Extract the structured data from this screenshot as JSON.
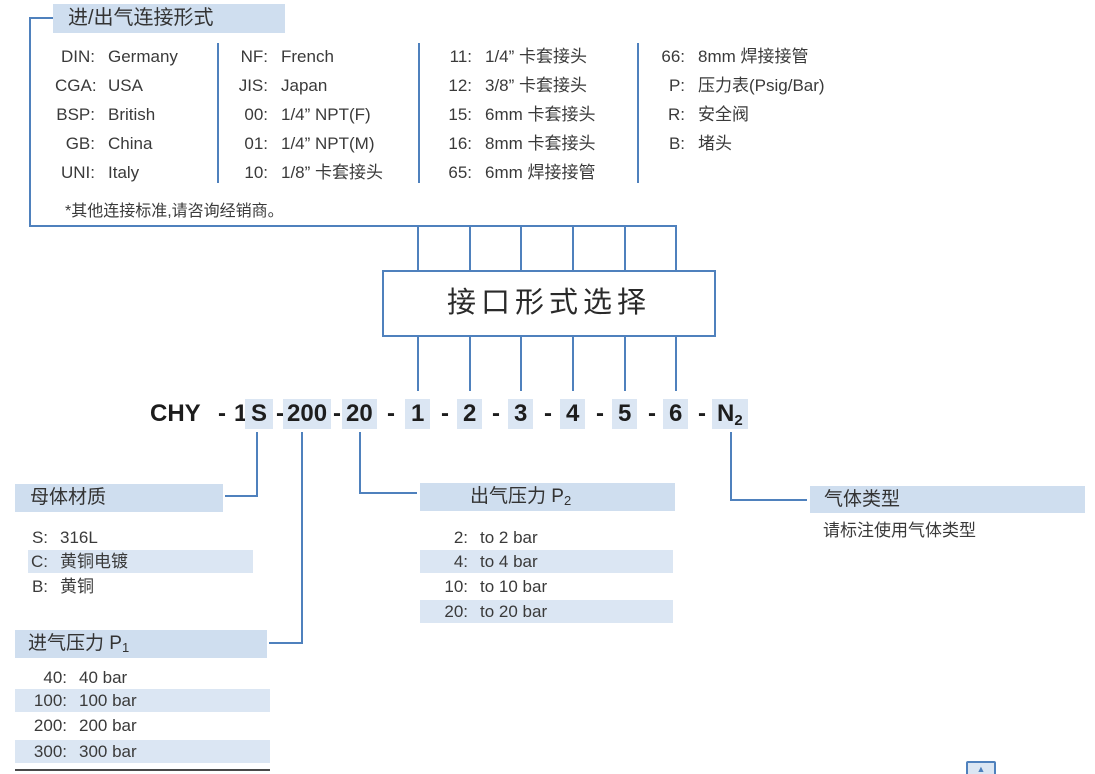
{
  "colors": {
    "line": "#4f81bd",
    "highlight": "#dbe6f3",
    "header_bg": "#cfdeef",
    "text": "#3a3a3a",
    "code_text": "#1d1d1d"
  },
  "connection": {
    "title": "进/出气连接形式",
    "note": "*其他连接标准,请咨询经销商。",
    "columns": [
      {
        "items": [
          {
            "code": "DIN:",
            "label": "Germany"
          },
          {
            "code": "CGA:",
            "label": "USA"
          },
          {
            "code": "BSP:",
            "label": "British"
          },
          {
            "code": "GB:",
            "label": "China"
          },
          {
            "code": "UNI:",
            "label": "Italy"
          }
        ]
      },
      {
        "items": [
          {
            "code": "NF:",
            "label": "French"
          },
          {
            "code": "JIS:",
            "label": "Japan"
          },
          {
            "code": "00:",
            "label": "1/4”  NPT(F)"
          },
          {
            "code": "01:",
            "label": "1/4”  NPT(M)"
          },
          {
            "code": "10:",
            "label": "1/8”  卡套接头"
          }
        ]
      },
      {
        "items": [
          {
            "code": "11:",
            "label": "1/4”  卡套接头"
          },
          {
            "code": "12:",
            "label": "3/8”  卡套接头"
          },
          {
            "code": "15:",
            "label": "6mm 卡套接头"
          },
          {
            "code": "16:",
            "label": "8mm 卡套接头"
          },
          {
            "code": "65:",
            "label": "6mm 焊接接管"
          }
        ]
      },
      {
        "items": [
          {
            "code": "66:",
            "label": "8mm 焊接接管"
          },
          {
            "code": "P:",
            "label": "压力表(Psig/Bar)"
          },
          {
            "code": "R:",
            "label": "安全阀"
          },
          {
            "code": "B:",
            "label": "堵头"
          }
        ]
      }
    ]
  },
  "selector": {
    "label": "接口形式选择"
  },
  "code": {
    "segments": [
      {
        "t": "CHY"
      },
      {
        "t": "-"
      },
      {
        "t": "1"
      },
      {
        "t": "S"
      },
      {
        "t": "-"
      },
      {
        "t": "200"
      },
      {
        "t": "-"
      },
      {
        "t": "20"
      },
      {
        "t": "-"
      },
      {
        "t": "1"
      },
      {
        "t": "-"
      },
      {
        "t": "2"
      },
      {
        "t": "-"
      },
      {
        "t": "3"
      },
      {
        "t": "-"
      },
      {
        "t": "4"
      },
      {
        "t": "-"
      },
      {
        "t": "5"
      },
      {
        "t": "-"
      },
      {
        "t": "6"
      },
      {
        "t": "-"
      },
      {
        "t": "N"
      },
      {
        "t": "2"
      }
    ]
  },
  "body_material": {
    "title": "母体材质",
    "items": [
      {
        "code": "S:",
        "label": "316L"
      },
      {
        "code": "C:",
        "label": "黄铜电镀"
      },
      {
        "code": "B:",
        "label": "黄铜"
      }
    ]
  },
  "outlet_pressure": {
    "title": "出气压力 P",
    "sub": "2",
    "items": [
      {
        "code": "2:",
        "label": "to 2 bar"
      },
      {
        "code": "4:",
        "label": "to 4 bar"
      },
      {
        "code": "10:",
        "label": "to 10 bar"
      },
      {
        "code": "20:",
        "label": "to 20 bar"
      }
    ]
  },
  "inlet_pressure": {
    "title": "进气压力 P",
    "sub": "1",
    "items": [
      {
        "code": "40:",
        "label": "40 bar"
      },
      {
        "code": "100:",
        "label": "100 bar"
      },
      {
        "code": "200:",
        "label": "200 bar"
      },
      {
        "code": "300:",
        "label": "300 bar"
      }
    ]
  },
  "gas_type": {
    "title": "气体类型",
    "note": "请标注使用气体类型"
  },
  "misc": {
    "scroll_button_glyph": "▲"
  }
}
